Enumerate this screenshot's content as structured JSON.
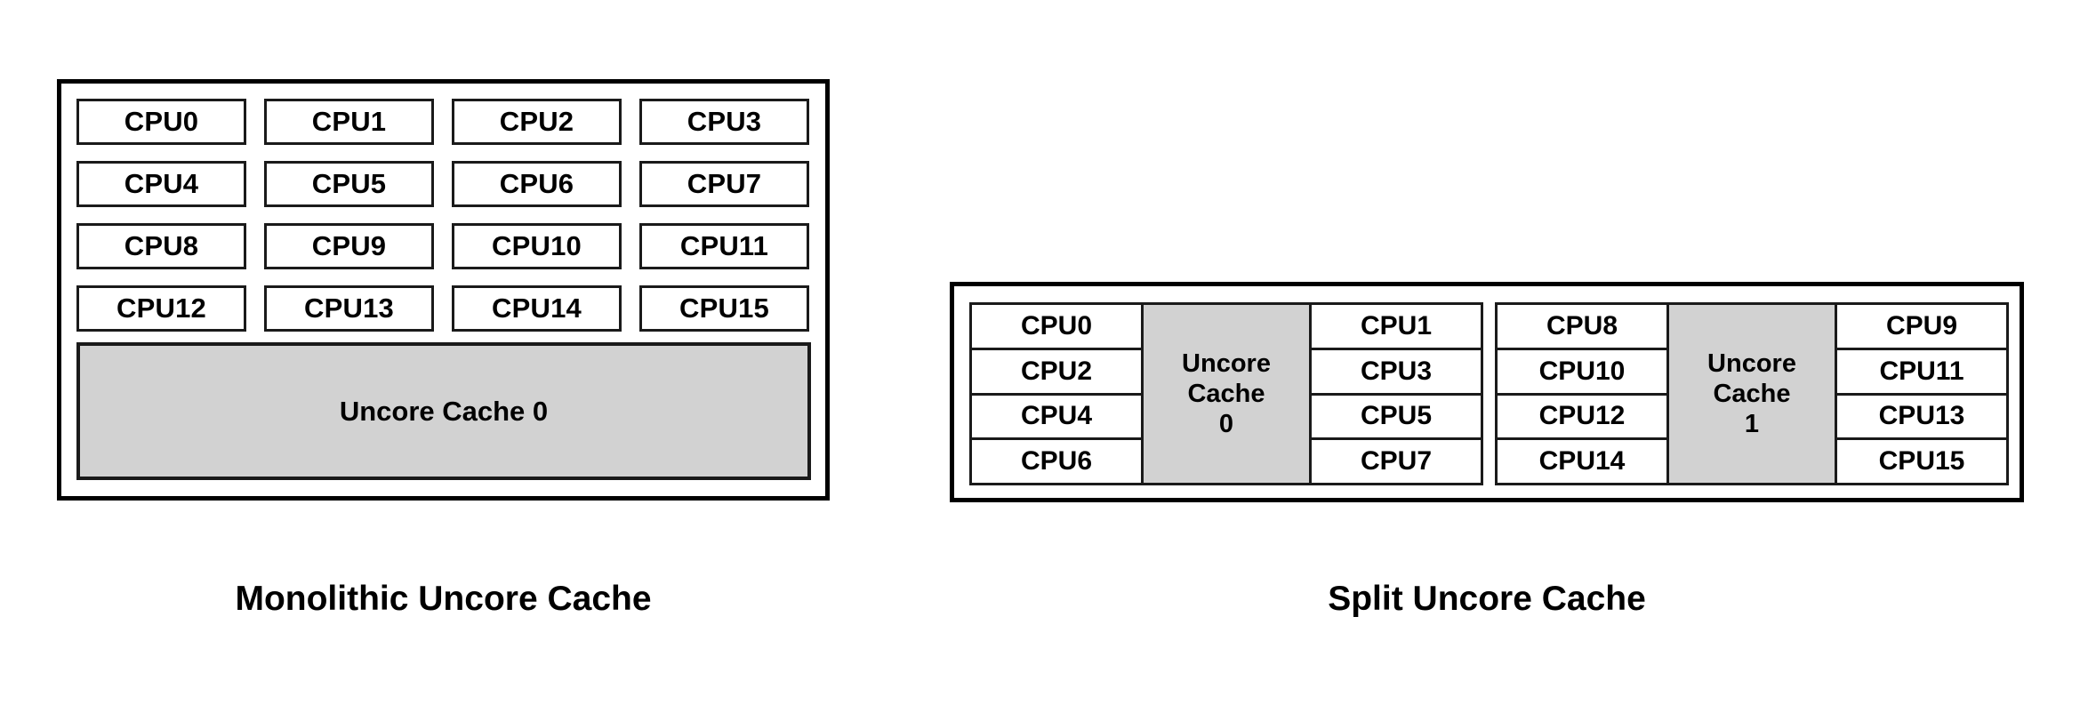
{
  "diagrams": [
    {
      "id": "monolithic",
      "caption": "Monolithic Uncore Cache",
      "cpus": [
        "CPU0",
        "CPU1",
        "CPU2",
        "CPU3",
        "CPU4",
        "CPU5",
        "CPU6",
        "CPU7",
        "CPU8",
        "CPU9",
        "CPU10",
        "CPU11",
        "CPU12",
        "CPU13",
        "CPU14",
        "CPU15"
      ],
      "uncore_cache_label": "Uncore Cache 0"
    },
    {
      "id": "split",
      "caption": "Split Uncore Cache",
      "groups": [
        {
          "left_cpus": [
            "CPU0",
            "CPU2",
            "CPU4",
            "CPU6"
          ],
          "uncore_lines": [
            "Uncore",
            "Cache",
            "0"
          ],
          "right_cpus": [
            "CPU1",
            "CPU3",
            "CPU5",
            "CPU7"
          ]
        },
        {
          "left_cpus": [
            "CPU8",
            "CPU10",
            "CPU12",
            "CPU14"
          ],
          "uncore_lines": [
            "Uncore",
            "Cache",
            "1"
          ],
          "right_cpus": [
            "CPU9",
            "CPU11",
            "CPU13",
            "CPU15"
          ]
        }
      ]
    }
  ],
  "colors": {
    "outline": "#000000",
    "box_outline": "#1a1a1a",
    "cache_fill": "#d2d2d2",
    "background": "#ffffff",
    "text": "#000000"
  }
}
